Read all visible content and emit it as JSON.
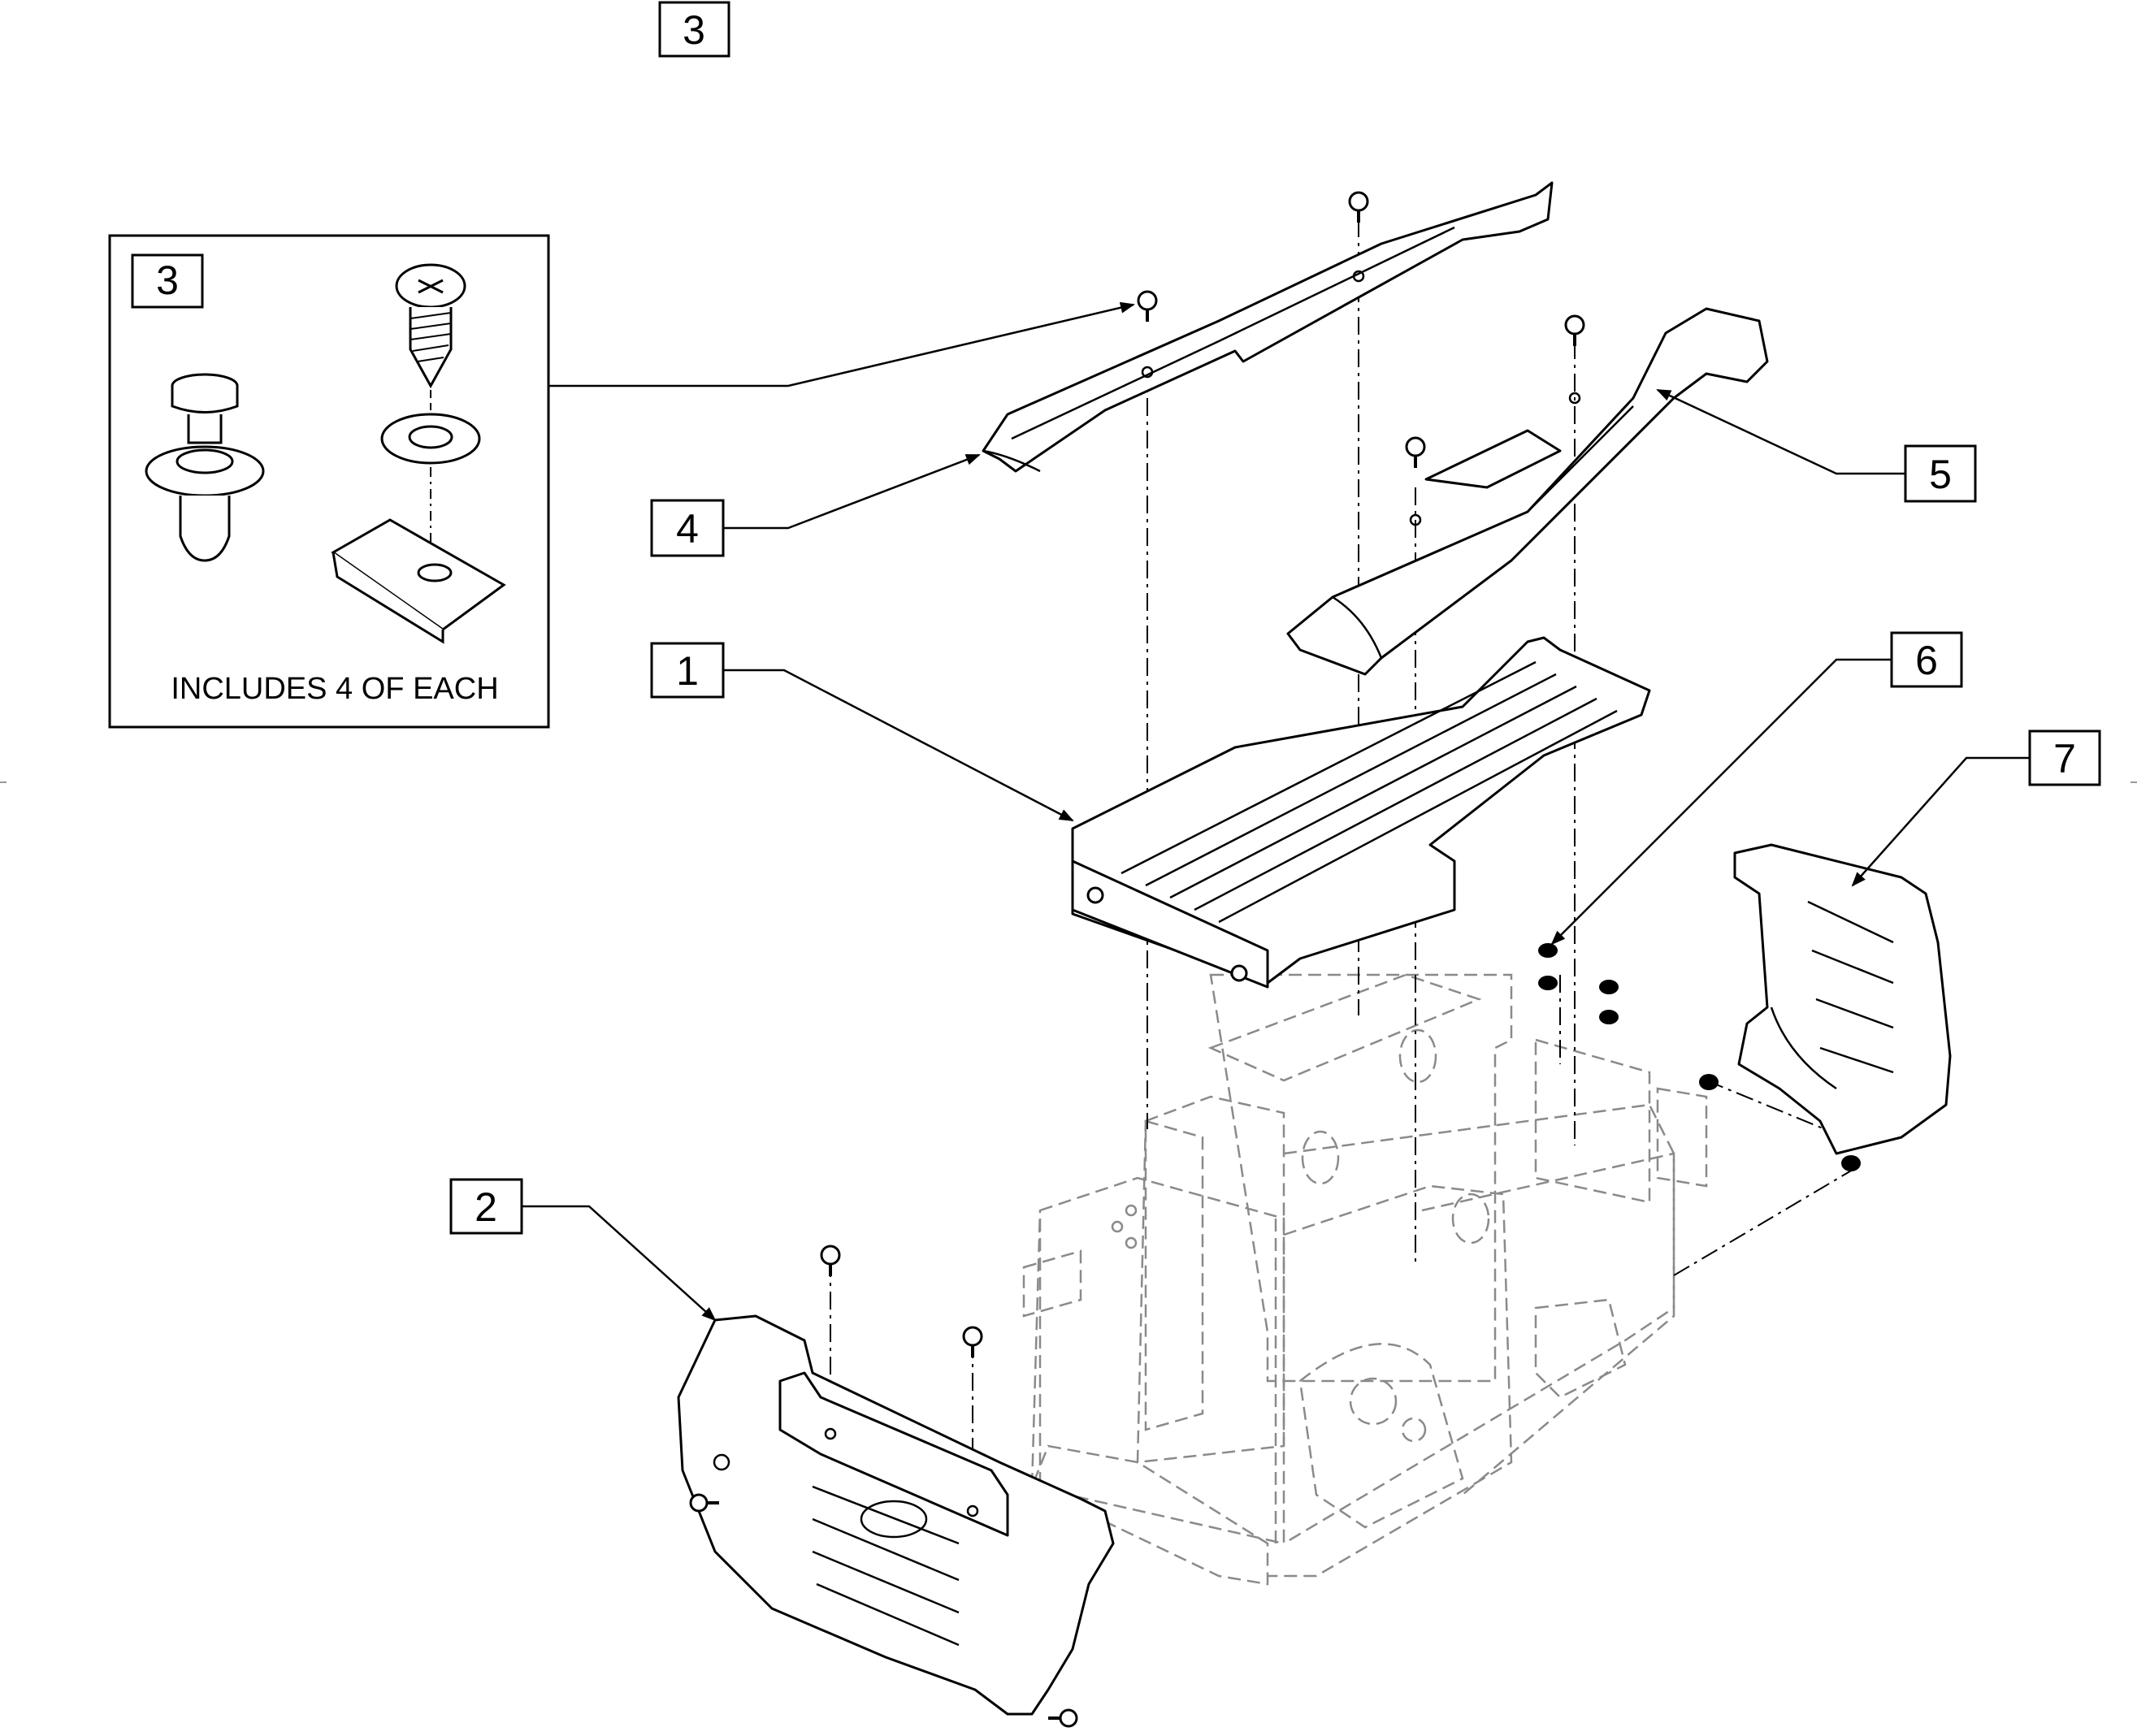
{
  "callouts": [
    {
      "id": "top-3",
      "label": "3"
    },
    {
      "id": "inset-3",
      "label": "3"
    },
    {
      "id": "c1",
      "label": "1"
    },
    {
      "id": "c2",
      "label": "2"
    },
    {
      "id": "c4",
      "label": "4"
    },
    {
      "id": "c5",
      "label": "5"
    },
    {
      "id": "c6",
      "label": "6"
    },
    {
      "id": "c7",
      "label": "7"
    }
  ],
  "inset": {
    "caption": "INCLUDES 4 OF EACH",
    "items": [
      "push-rivet-icon",
      "screw-icon",
      "washer-icon",
      "clip-nut-icon"
    ]
  },
  "parts": {
    "p1": "tray-plate-icon",
    "p2": "front-shroud-icon",
    "p4": "left-side-cover-icon",
    "p5": "right-side-cover-icon",
    "p6": "grommet-icon",
    "p7": "rear-shroud-icon",
    "frame": "frame-assembly-icon"
  },
  "colors": {
    "line": "#000000",
    "ghost": "#8a8a8a",
    "background": "#ffffff"
  }
}
